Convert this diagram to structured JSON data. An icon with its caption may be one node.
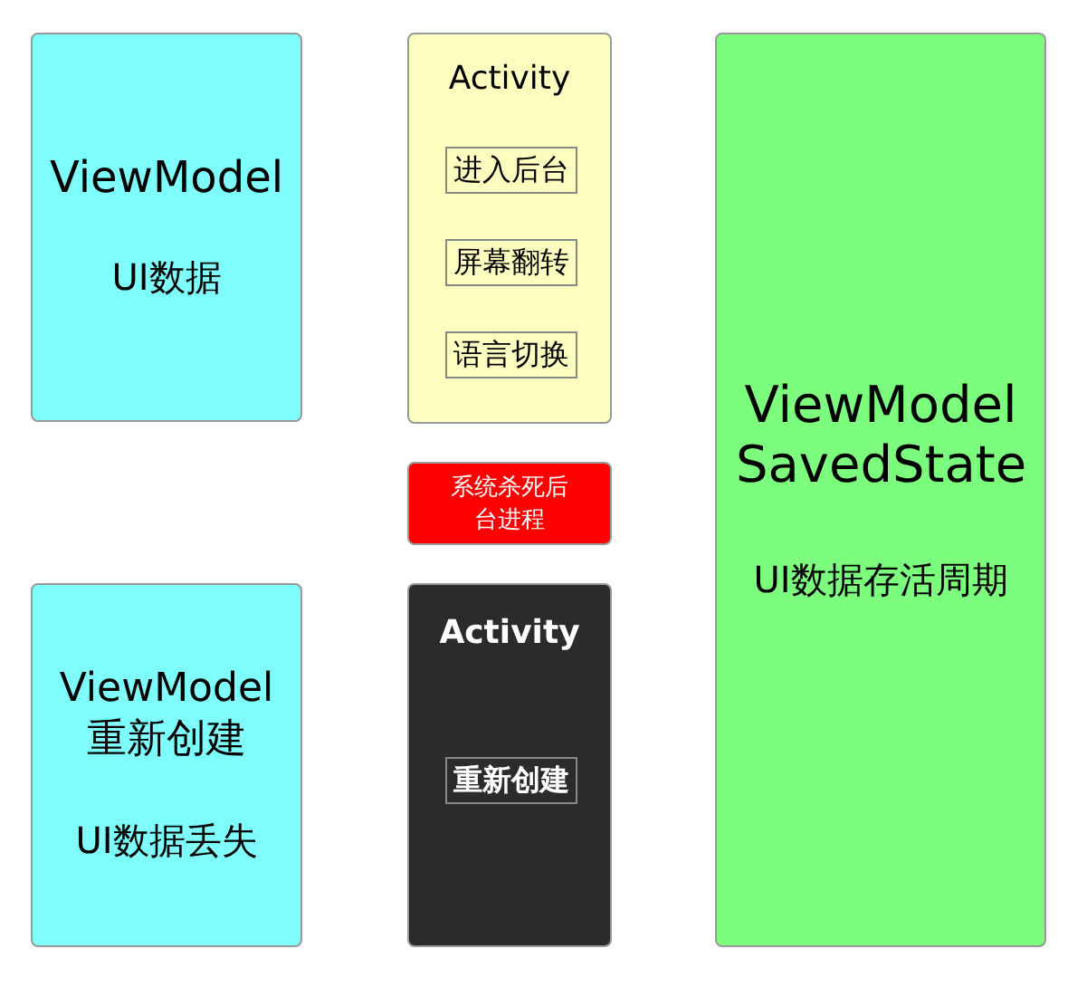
{
  "diagram": {
    "nodes": [
      {
        "text": [
          "ViewModel",
          "UI数据"
        ]
      },
      {
        "text": [
          "Activity"
        ]
      },
      {
        "text": [
          "进入后台"
        ],
        "in": 1
      },
      {
        "text": [
          "屏幕翻转"
        ],
        "in": 1
      },
      {
        "text": [
          "语言切换"
        ],
        "in": 1
      },
      {
        "text": [
          "ViewModel SavedState",
          "UI数据存活周期"
        ]
      },
      {
        "text": [
          "系统杀死后台进程"
        ]
      },
      {
        "text": [
          "ViewModel 重新创建",
          "UI数据丢失"
        ]
      },
      {
        "text": [
          "Activity"
        ]
      },
      {
        "text": [
          "重新创建"
        ],
        "in": 8
      }
    ]
  }
}
